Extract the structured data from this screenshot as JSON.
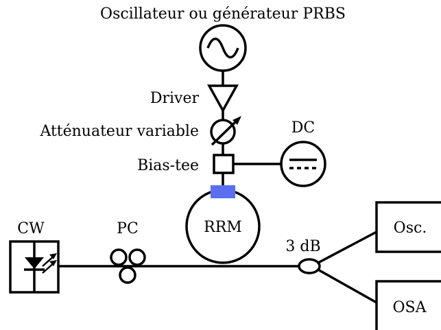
{
  "labels": {
    "oscillator": "Oscillateur ou générateur PRBS",
    "driver": "Driver",
    "attenuator": "Atténuateur variable",
    "bias_tee": "Bias-tee",
    "dc": "DC",
    "rrm": "RRM",
    "cw": "CW",
    "pc": "PC",
    "coupler": "3 dB",
    "osc": "Osc.",
    "osa": "OSA"
  },
  "colors": {
    "stroke": "#000000",
    "modulator_pad": "#5a6ff0",
    "background": "#ffffff"
  }
}
